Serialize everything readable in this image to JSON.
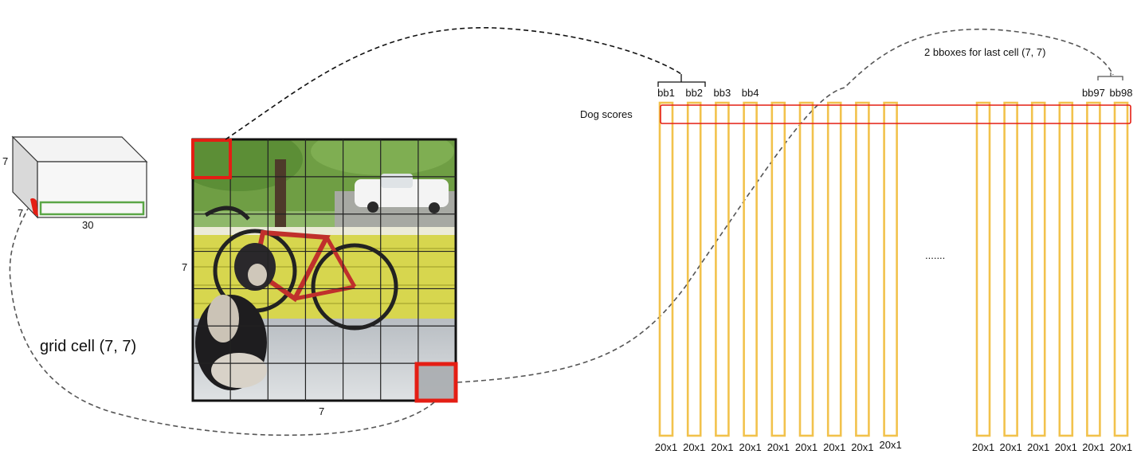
{
  "colors": {
    "bar": "#f2c24c",
    "highlight": "#e41e14",
    "row_box": "#e41e14",
    "cube_stripe": "#5aa646",
    "grid": "#222222",
    "dashed": "#555555",
    "dashed_dark": "#111111"
  },
  "cube": {
    "height_label": "7",
    "depth_label": "7",
    "width_label": "30"
  },
  "image_grid": {
    "rows": 7,
    "cols": 7,
    "left_label": "7",
    "bottom_label": "7"
  },
  "grid_cell_label": "grid cell (7, 7)",
  "dog_scores_label": "Dog scores",
  "annotation_label": "2 bboxes for last cell (7, 7)",
  "ellipsis": ".......",
  "bars": {
    "top_labels": [
      "bb1",
      "bb2",
      "bb3",
      "bb4",
      "bb97",
      "bb98"
    ],
    "bottom_label": "20x1",
    "left_group_count": 9,
    "right_group_count": 6
  }
}
